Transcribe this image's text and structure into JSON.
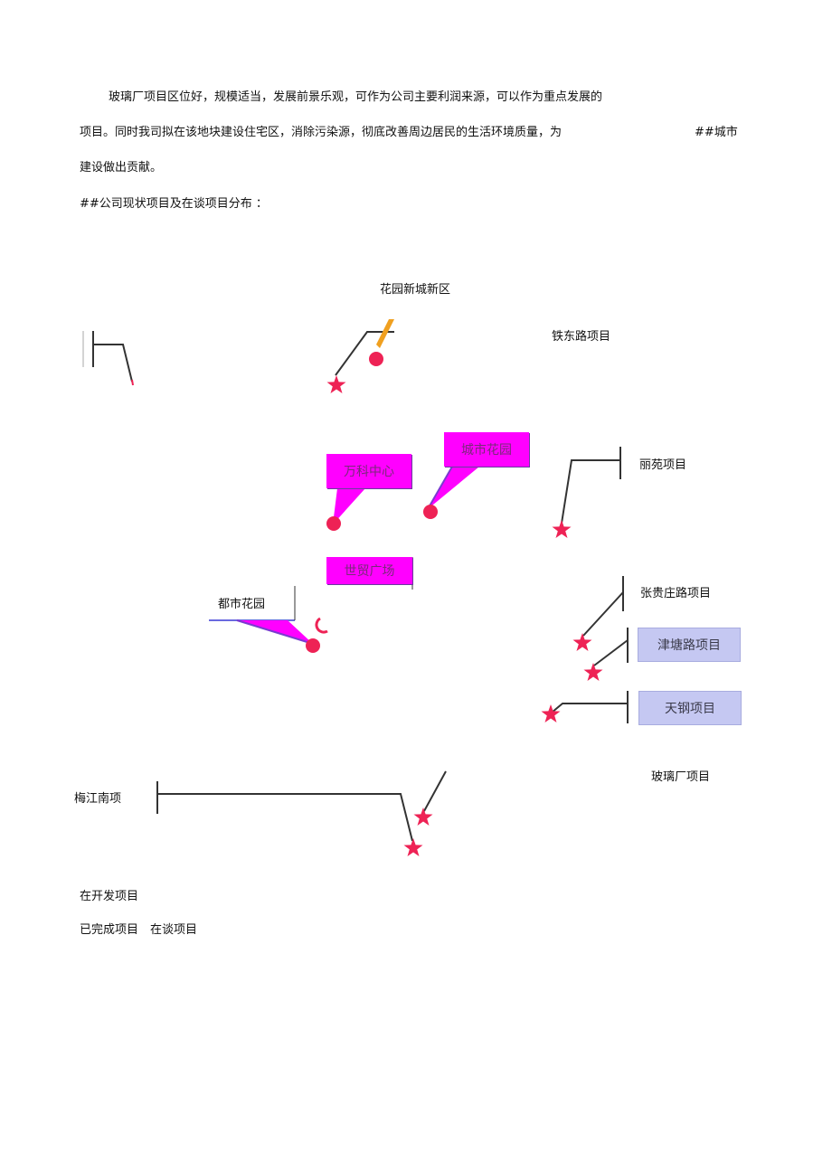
{
  "paragraph": {
    "line1": "玻璃厂项目区位好，规模适当，发展前景乐观，可作为公司主要利润来源，可以作为重点发展的",
    "line2": "项目。同时我司拟在该地块建设住宅区，消除污染源，彻底改善周边居民的生活环境质量，为",
    "line2_end": "##城市",
    "line3": "建设做出贡献。"
  },
  "section_heading": "##公司现状项目及在谈项目分布 ：",
  "map": {
    "title": "花园新城新区",
    "labels": {
      "tiedong": "铁东路项目",
      "liyuan": "丽苑项目",
      "zhangguizhuang": "张贵庄路项目",
      "dushi": "都市花园",
      "boli": "玻璃厂项目",
      "meijiang": "梅江南项"
    },
    "callouts": {
      "wanke": "万科中心",
      "chengshi": "城市花园",
      "shimao": "世贸广场"
    },
    "boxes": {
      "jintang": "津塘路项目",
      "tiangang": "天钢项目"
    },
    "colors": {
      "marker": "#ee2255",
      "callout_fill": "#ff00ff",
      "box_fill": "#c5c8f2",
      "line": "#333333"
    }
  },
  "legend": {
    "developing": "在开发项目",
    "completed": "已完成项目",
    "negotiating": "在谈项目"
  }
}
